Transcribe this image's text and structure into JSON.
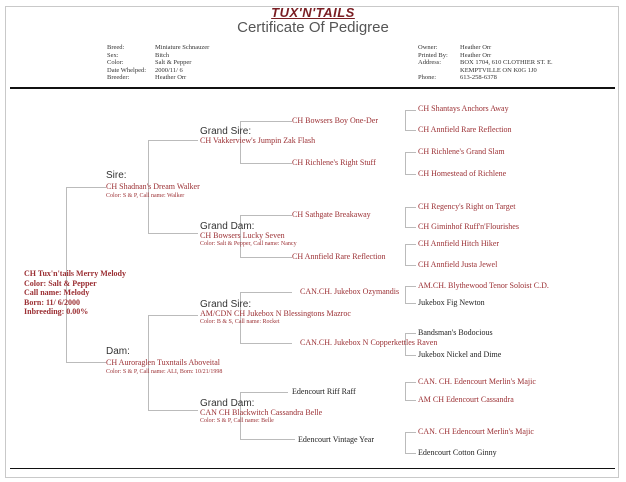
{
  "header": {
    "kennel": "TUX'N'TAILS",
    "certificate": "Certificate Of Pedigree"
  },
  "info_left": [
    {
      "label": "Breed:",
      "value": "Miniature Schnauzer"
    },
    {
      "label": "Sex:",
      "value": "Bitch"
    },
    {
      "label": "Color:",
      "value": "Salt & Pepper"
    },
    {
      "label": "Date Whelped:",
      "value": "2000/11/ 6"
    },
    {
      "label": "Breeder:",
      "value": "Heather Orr"
    }
  ],
  "info_right": {
    "owner_label": "Owner:",
    "owner": "Heather Orr",
    "printed_label": "Printed By:",
    "printed": "Heather Orr",
    "address_label": "Address:",
    "address_1": "BOX 1704, 610 CLOTHIER ST. E.",
    "address_2": "KEMPTVILLE ON K0G 1J0",
    "phone_label": "Phone:",
    "phone": "613-258-6378"
  },
  "subject": {
    "name": "CH Tux'n'tails Merry Melody",
    "color": "Color:  Salt & Pepper",
    "call_name": "Call name:  Melody",
    "born": "Born:  11/ 6/2000",
    "inbreeding": "Inbreeding:  0.00%"
  },
  "labels": {
    "sire": "Sire:",
    "dam": "Dam:",
    "grand_sire": "Grand Sire:",
    "grand_dam": "Grand Dam:"
  },
  "sire": {
    "name": "CH Shadnan's Dream Walker",
    "details": "Color:  S & P,  Call name:  Walker",
    "grand_sire": {
      "name": "CH Vakkerview's Jumpin Zak Flash",
      "sire": "CH Bowsers Boy One-Der",
      "sire_sire": "CH Shantays Anchors Away",
      "sire_dam": "CH Annfield Rare Reflection",
      "dam": "CH Richlene's Right Stuff",
      "dam_sire": "CH Richlene's Grand Slam",
      "dam_dam": "CH Homestead of Richlene"
    },
    "grand_dam": {
      "name": "CH Bowsers Lucky Seven",
      "details": "Color:  Salt & Pepper,  Call name:  Nancy",
      "sire": "CH Sathgate Breakaway",
      "sire_sire": "CH Regency's Right on Target",
      "sire_dam": "CH Giminhof Ruff'n'Flourishes",
      "dam": "CH Annfield Rare Reflection",
      "dam_sire": "CH Annfield Hitch Hiker",
      "dam_dam": "CH Annfield Justa Jewel"
    }
  },
  "dam": {
    "name": "CH Auroraglen Tuxntails Aboveital",
    "details": "Color:  S & P,  Call name:  ALI,  Born:  10/21/1998",
    "grand_sire": {
      "name": "AM/CDN CH Jukebox N Blessingtons Mazroc",
      "details": "Color:  B & S,  Call name:  Rocket",
      "sire": "CAN.CH. Jukebox Ozymandis",
      "sire_sire": "AM.CH. Blythewood Tenor Soloist C.D.",
      "sire_dam": "Jukebox Fig Newton",
      "dam": "CAN.CH. Jukebox N Copperkettles Raven",
      "dam_sire": "Bandsman's Bodocious",
      "dam_dam": "Jukebox Nickel and Dime"
    },
    "grand_dam": {
      "name": "CAN CH Blackwitch Cassandra Belle",
      "details": "Color:  S & P,  Call name:  Belle",
      "sire": "Edencourt Riff Raff",
      "sire_sire": "CAN. CH. Edencourt  Merlin's Majic",
      "sire_dam": "AM CH Edencourt Cassandra",
      "dam": "Edencourt Vintage Year",
      "dam_sire": "CAN.  CH Edencourt Merlin's Majic",
      "dam_dam": "Edencourt Cotton Ginny"
    }
  }
}
